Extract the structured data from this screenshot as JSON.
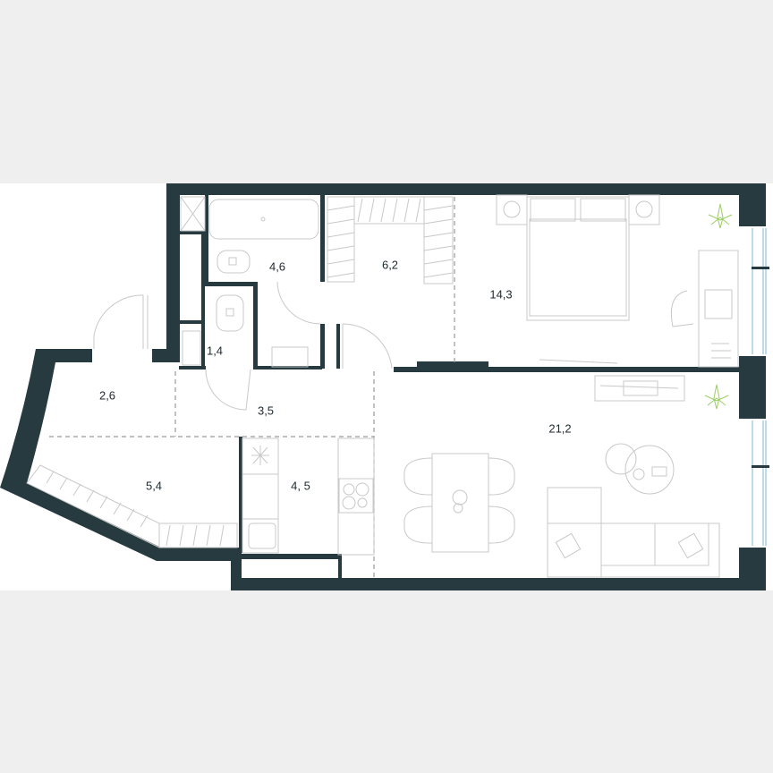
{
  "floorplan": {
    "colors": {
      "wall": "#263a40",
      "background": "#efefef",
      "plan_background": "#ffffff",
      "window": "#a8cfe6",
      "plant": "#9ccc65"
    },
    "rooms": [
      {
        "id": "bathroom",
        "area": "4,6"
      },
      {
        "id": "wardrobe",
        "area": "6,2"
      },
      {
        "id": "bedroom",
        "area": "14,3"
      },
      {
        "id": "wc",
        "area": "1,4"
      },
      {
        "id": "entrance-hall",
        "area": "2,6"
      },
      {
        "id": "corridor",
        "area": "3,5"
      },
      {
        "id": "living-room",
        "area": "21,2"
      },
      {
        "id": "storage-balcony",
        "area": "5,4"
      },
      {
        "id": "kitchen",
        "area": "4, 5"
      }
    ]
  }
}
